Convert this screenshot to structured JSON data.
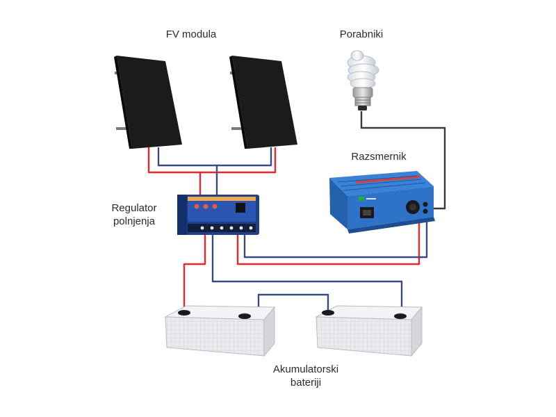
{
  "labels": {
    "pv_modules": "FV modula",
    "consumers": "Porabniki",
    "inverter": "Razsmernik",
    "regulator_line1": "Regulator",
    "regulator_line2": "polnjenja",
    "batteries_line1": "Akumulatorski",
    "batteries_line2": "bateriji"
  },
  "colors": {
    "positive_wire": "#e8262c",
    "negative_wire": "#3a4a7a",
    "ac_wire": "#3a3a3a",
    "panel": "#1b1b1b",
    "inverter_body": "#2f73c9",
    "regulator_body": "#1f3f86",
    "battery_body": "#e7e8ec"
  }
}
